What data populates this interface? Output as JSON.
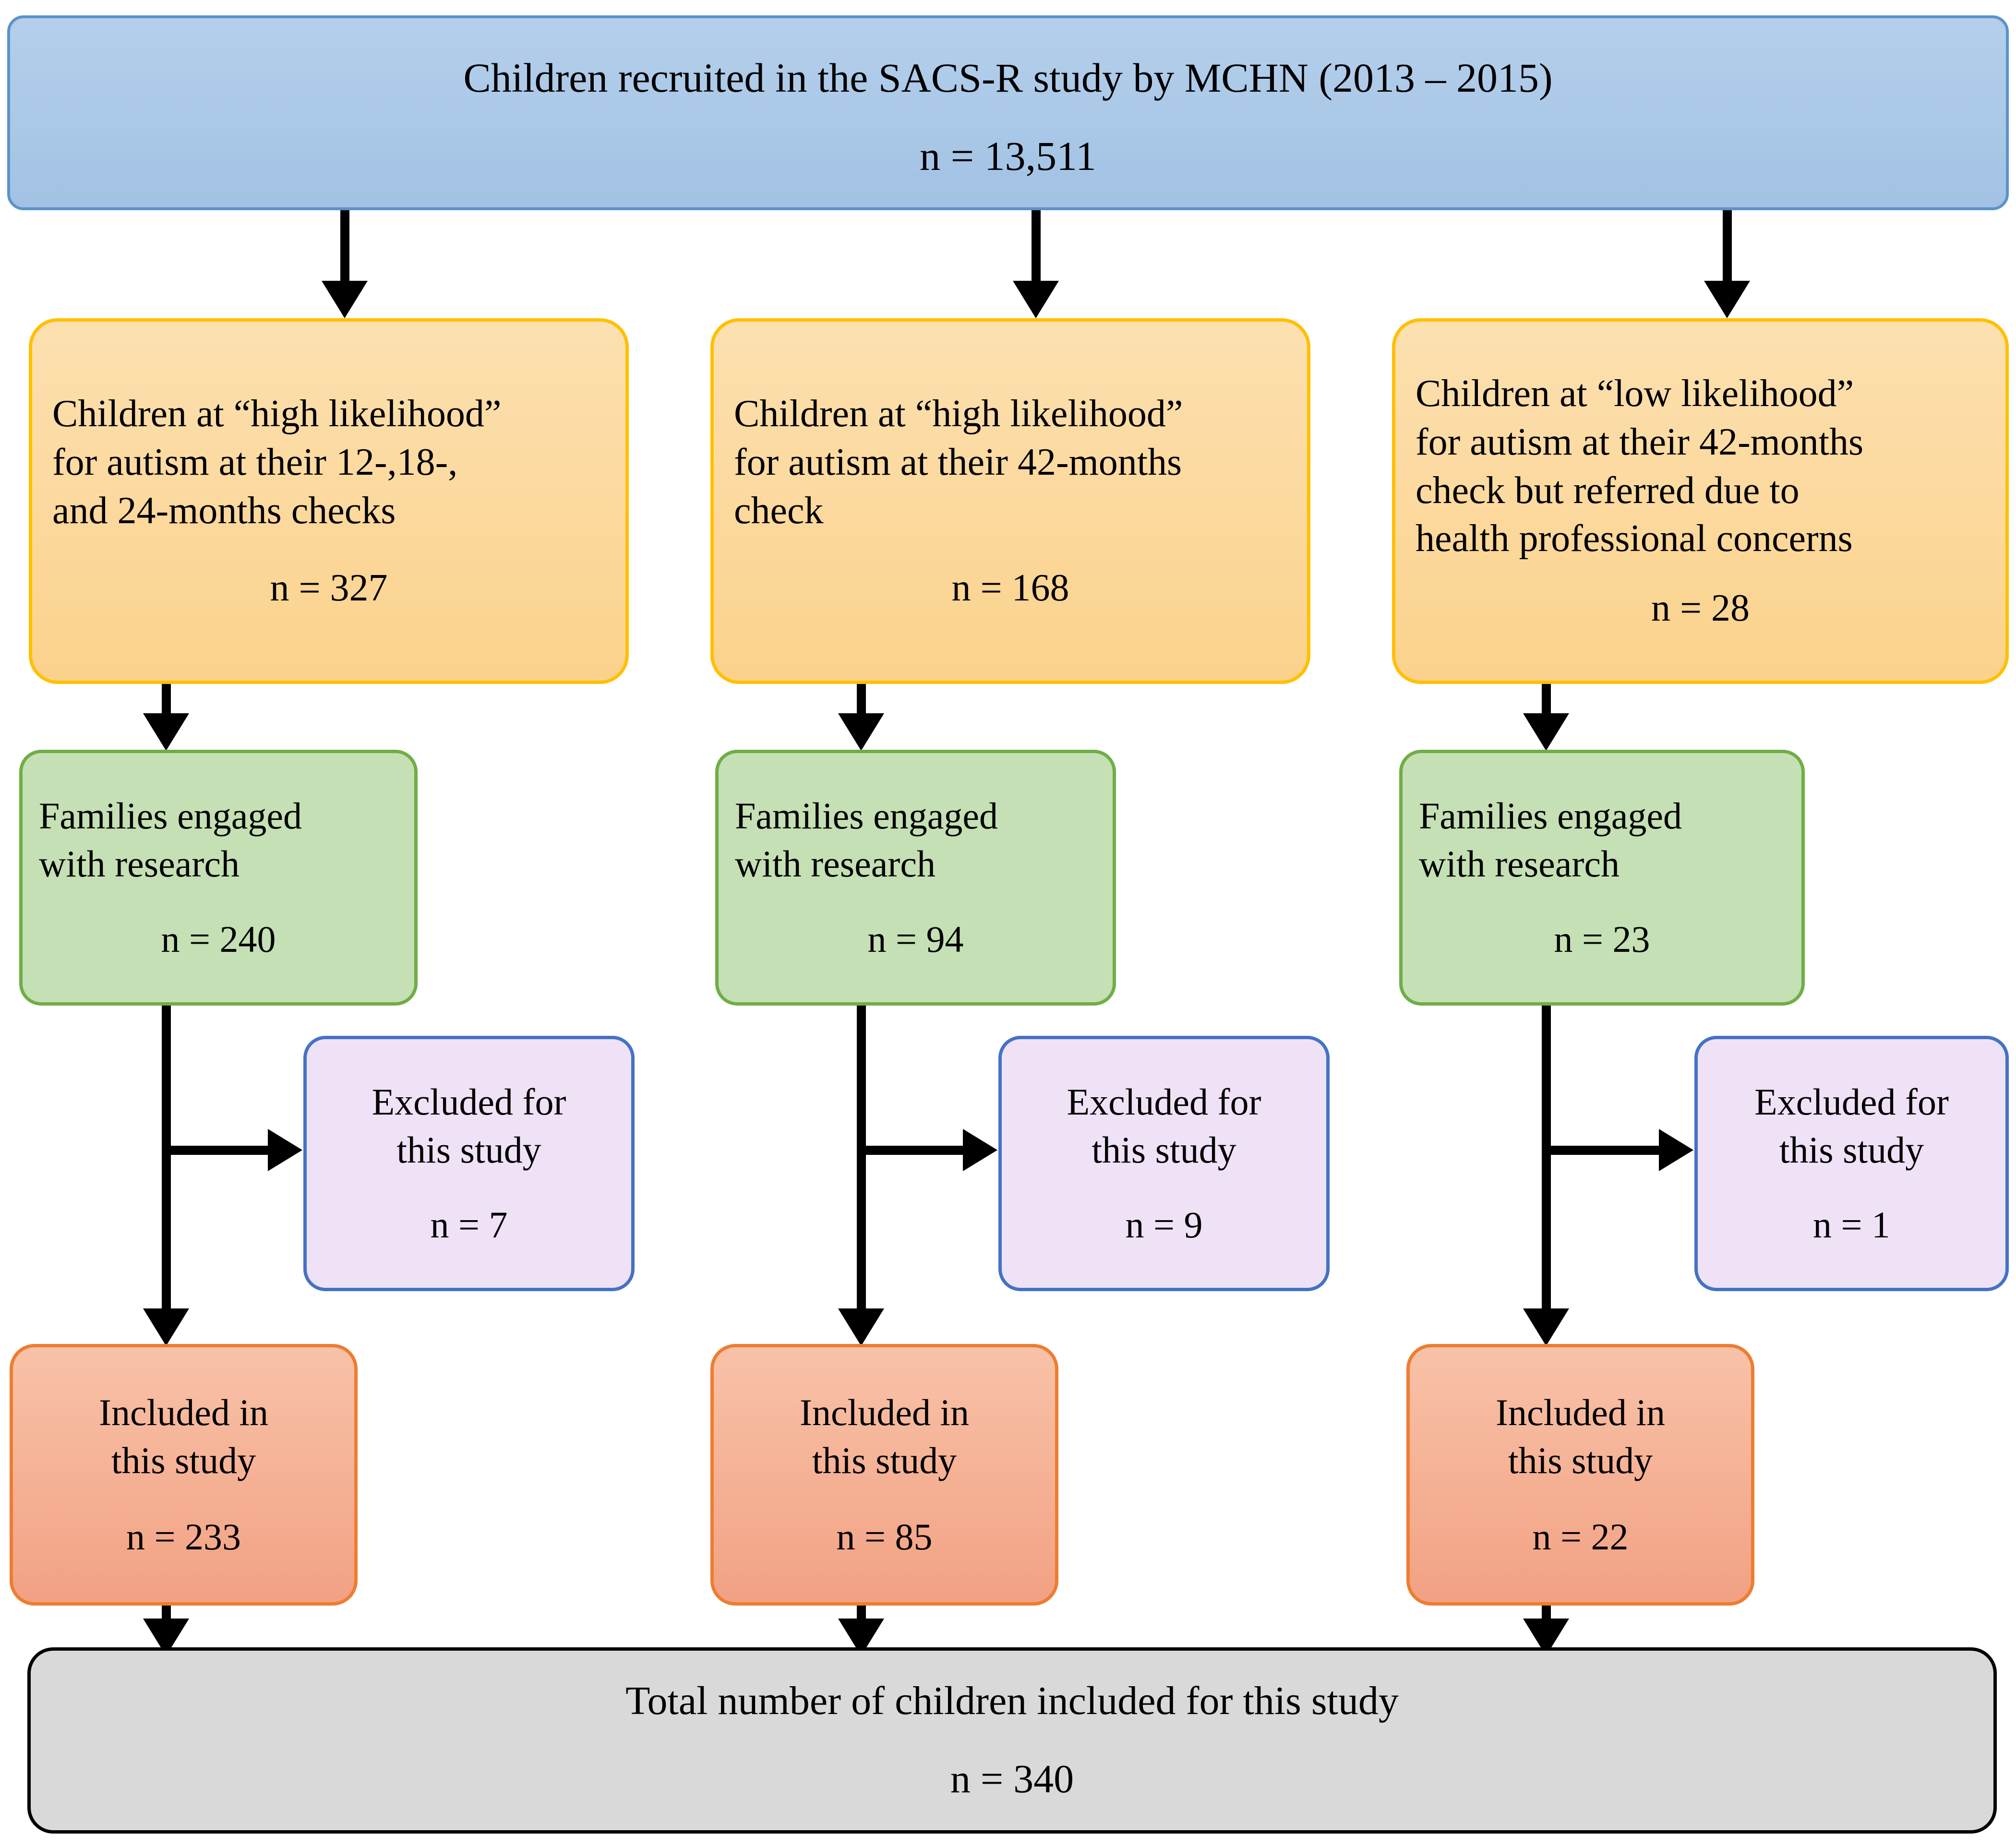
{
  "diagram": {
    "title": "Children recruited in the SACS-R study by MCHN (2013 – 2015)",
    "type": "flowchart",
    "header": {
      "label": "Children recruited in the SACS-R study by MCHN (2013 – 2015)",
      "n": "n = 13,511",
      "fill": "#A8C8E8",
      "border": "#5B93C9"
    },
    "columns": [
      {
        "recruitment": {
          "label": "Children at “high likelihood” for autism at their 12-,18-, and 24-months checks",
          "lines": [
            "Children at “high likelihood”",
            "for autism at their 12-,18-,",
            "and 24-months checks"
          ],
          "n": "n = 327",
          "fill": "#FCD99C",
          "border": "#FFC000"
        },
        "engaged": {
          "lines": [
            "Families engaged",
            "with research"
          ],
          "n": "n = 240",
          "fill": "#C5E0B4",
          "border": "#70AD47"
        },
        "excluded": {
          "lines": [
            "Excluded for",
            "this study"
          ],
          "n": "n = 7",
          "fill": "#EFE2F7",
          "border": "#4472C4"
        },
        "included": {
          "lines": [
            "Included in",
            "this study"
          ],
          "n": "n = 233",
          "fill": "#F6B89C",
          "border": "#ED7D31"
        }
      },
      {
        "recruitment": {
          "label": "Children at “high likelihood” for autism at their 42-months check",
          "lines": [
            "Children at “high likelihood”",
            "for autism at their 42-months",
            "check"
          ],
          "n": "n = 168",
          "fill": "#FCD99C",
          "border": "#FFC000"
        },
        "engaged": {
          "lines": [
            "Families engaged",
            "with research"
          ],
          "n": "n = 94",
          "fill": "#C5E0B4",
          "border": "#70AD47"
        },
        "excluded": {
          "lines": [
            "Excluded for",
            "this study"
          ],
          "n": "n = 9",
          "fill": "#EFE2F7",
          "border": "#4472C4"
        },
        "included": {
          "lines": [
            "Included in",
            "this study"
          ],
          "n": "n = 85",
          "fill": "#F6B89C",
          "border": "#ED7D31"
        }
      },
      {
        "recruitment": {
          "label": "Children at “low likelihood” for autism at their 42-months check but referred due to health professional concerns",
          "lines": [
            "Children at “low likelihood”",
            "for autism at their 42-months",
            "check but referred due to",
            "health professional concerns"
          ],
          "n": "n = 28",
          "fill": "#FCD99C",
          "border": "#FFC000"
        },
        "engaged": {
          "lines": [
            "Families engaged",
            "with research"
          ],
          "n": "n = 23",
          "fill": "#C5E0B4",
          "border": "#70AD47"
        },
        "excluded": {
          "lines": [
            "Excluded for",
            "this study"
          ],
          "n": "n = 1",
          "fill": "#EFE2F7",
          "border": "#4472C4"
        },
        "included": {
          "lines": [
            "Included in",
            "this study"
          ],
          "n": "n = 22",
          "fill": "#F6B89C",
          "border": "#ED7D31"
        }
      }
    ],
    "total": {
      "label": "Total number of children included for this study",
      "n": "n = 340",
      "fill": "#D9D9D9",
      "border": "#000000"
    }
  }
}
